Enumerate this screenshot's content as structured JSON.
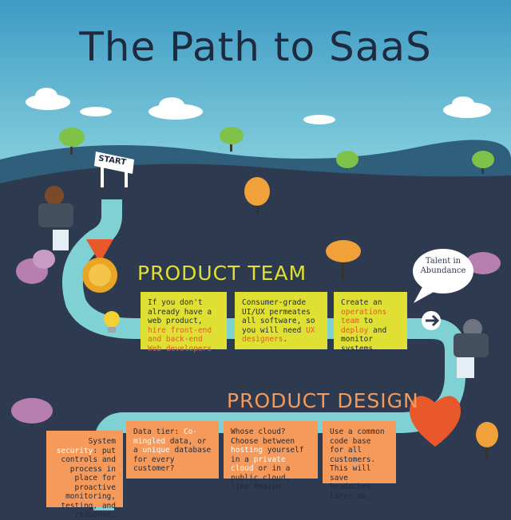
{
  "title": "The Path to SaaS",
  "start_sign": "START",
  "bubble": "Talent in Abundance",
  "product_team": {
    "heading": "PRODUCT TEAM",
    "cards": [
      {
        "pre": "If you don't already have a web product, ",
        "hl": "hire front-end and back-end Web developers",
        "post": "."
      },
      {
        "pre": "Consumer-grade UI/UX permeates all software, so you will need ",
        "hl": "UX designers",
        "post": "."
      },
      {
        "pre": "Create an ",
        "hl": "operations team",
        "mid": " to ",
        "hl2": "deploy",
        "post": " and monitor systems."
      }
    ]
  },
  "product_design": {
    "heading": "PRODUCT DESIGN",
    "cards": [
      {
        "pre": "System ",
        "hl": "security",
        "post": ": put controls and process in place for proactive monitoring, testing, and response."
      },
      {
        "pre": "Data tier: ",
        "hl": "Co-mingled",
        "mid": " data, or a ",
        "hl2": "unique",
        "post": " database for every customer?"
      },
      {
        "pre": "Whose cloud? Choose between ",
        "hl": "hosting",
        "mid": " yourself in a ",
        "hl2": "private cloud",
        "post": " or in a public cloud, like Amazon"
      },
      {
        "pre": "Use a common code base for all customers. This will save headaches later on.",
        "hl": "",
        "post": ""
      }
    ]
  },
  "colors": {
    "sky": "#4aa3c7",
    "hill_dark": "#2e3a4f",
    "path": "#7fd1d3",
    "yellow_card": "#dfe033",
    "orange_card": "#f59a5a",
    "heading_yellow": "#dfe033",
    "heading_orange": "#f59a5a",
    "title": "#1e2a3f"
  }
}
